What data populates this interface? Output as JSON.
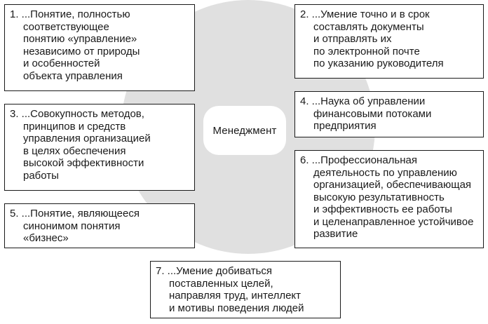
{
  "center": {
    "label": "Менеджмент"
  },
  "boxes": [
    {
      "id": "box1",
      "lines": [
        "1. ...Понятие, полностью",
        "соответствующее",
        "понятию «управление»",
        "независимо от природы",
        "и особенностей",
        "объекта управления"
      ]
    },
    {
      "id": "box2",
      "lines": [
        "2. ...Умение точно и в срок",
        "составлять документы",
        "и отправлять их",
        "по электронной почте",
        "по указанию руководителя"
      ]
    },
    {
      "id": "box3",
      "lines": [
        "3. ...Совокупность методов,",
        "принципов и средств",
        "управления организацией",
        "в целях обеспечения",
        "высокой эффективности",
        "работы"
      ]
    },
    {
      "id": "box4",
      "lines": [
        "4. ...Наука об управлении",
        "финансовыми потоками",
        "предприятия"
      ]
    },
    {
      "id": "box5",
      "lines": [
        "5. ...Понятие, являющееся",
        "синонимом понятия",
        "«бизнес»"
      ]
    },
    {
      "id": "box6",
      "lines": [
        "6. ...Профессиональная",
        "деятельность по управлению",
        "организацией, обеспечивающая",
        "высокую результативность",
        "и эффективность ее работы",
        "и целенаправленное устойчивое",
        "развитие"
      ]
    },
    {
      "id": "box7",
      "lines": [
        "7. ...Умение добиваться",
        "поставленных целей,",
        "направляя труд, интеллект",
        "и мотивы поведения людей"
      ]
    }
  ]
}
